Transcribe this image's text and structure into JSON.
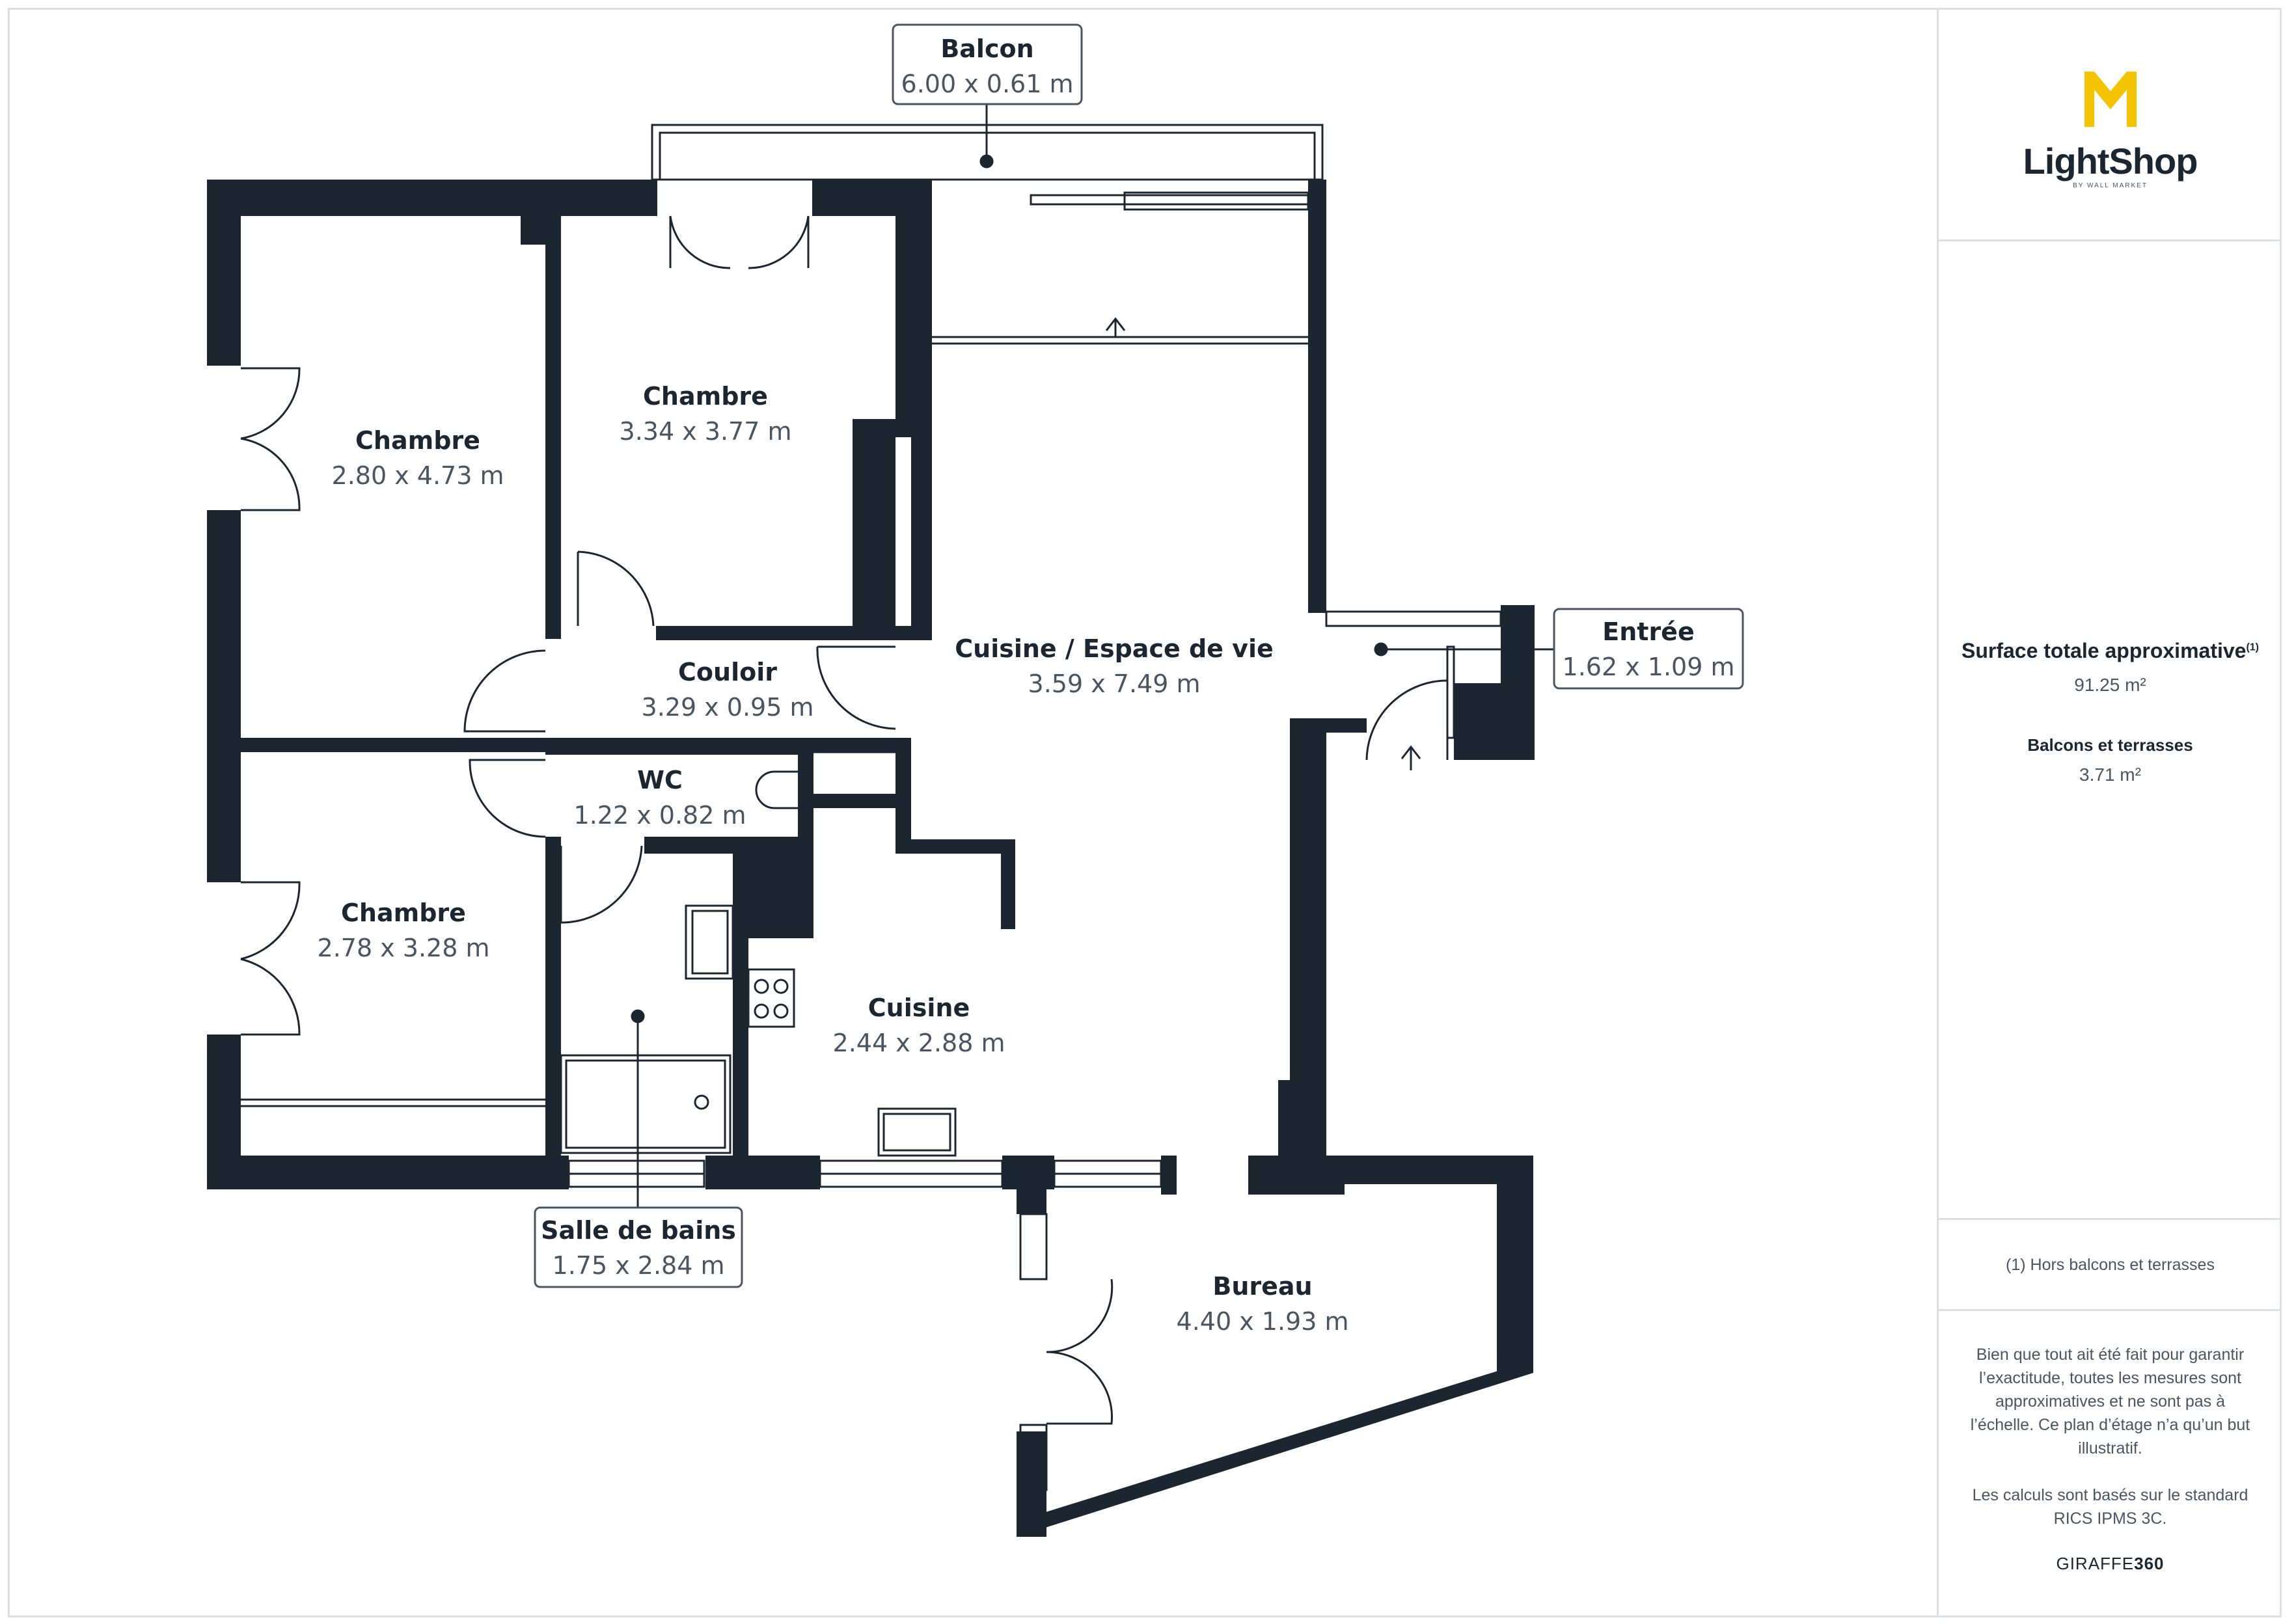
{
  "rooms": [
    {
      "name": "Chambre",
      "dims": "2.80 x 4.73 m"
    },
    {
      "name": "Chambre",
      "dims": "3.34 x 3.77 m"
    },
    {
      "name": "Cuisine / Espace de vie",
      "dims": "3.59 x 7.49 m"
    },
    {
      "name": "Couloir",
      "dims": "3.29 x 0.95 m"
    },
    {
      "name": "WC",
      "dims": "1.22 x 0.82 m"
    },
    {
      "name": "Chambre",
      "dims": "2.78 x 3.28 m"
    },
    {
      "name": "Cuisine",
      "dims": "2.44 x 2.88 m"
    },
    {
      "name": "Bureau",
      "dims": "4.40 x 1.93 m"
    }
  ],
  "callouts": [
    {
      "name": "Balcon",
      "dims": "6.00 x 0.61 m"
    },
    {
      "name": "Entrée",
      "dims": "1.62 x 1.09 m"
    },
    {
      "name": "Salle de bains",
      "dims": "1.75 x 2.84 m"
    }
  ],
  "sidebar": {
    "logo_word": "LightShop",
    "logo_sub": "BY WALL MARKET",
    "total_label": "Surface totale approximative",
    "total_note_mark": "(1)",
    "total_value": "91.25 m²",
    "balcony_label": "Balcons et terrasses",
    "balcony_value": "3.71 m²",
    "footnote": "(1) Hors balcons et terrasses",
    "disclaimer_1": "Bien que tout ait été fait pour garantir l’exactitude, toutes les mesures sont approximatives et ne sont pas à l’échelle. Ce plan d’étage n’a qu’un but illustratif.",
    "disclaimer_2": "Les calculs sont basés sur le standard RICS IPMS 3C.",
    "brand_light": "GIRAFFE",
    "brand_bold": "360"
  },
  "colors": {
    "wall": "#1c2630",
    "accent": "#f5c400",
    "text": "#1c2630",
    "muted": "#4a5561"
  }
}
